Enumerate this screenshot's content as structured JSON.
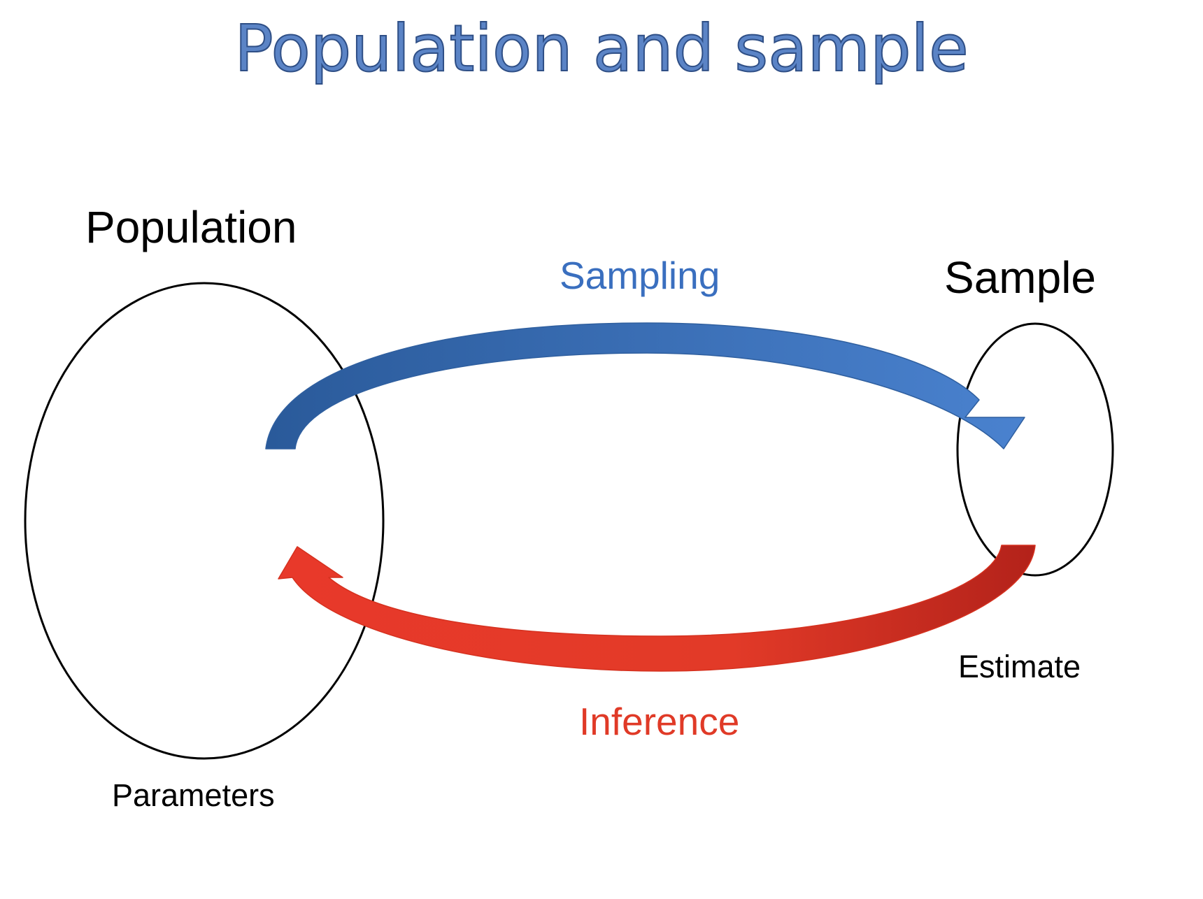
{
  "title": "Population and sample",
  "nodes": {
    "population": {
      "label": "Population",
      "sublabel": "Parameters"
    },
    "sample": {
      "label": "Sample",
      "sublabel": "Estimate"
    }
  },
  "arrows": {
    "sampling": {
      "label": "Sampling",
      "from": "population",
      "to": "sample",
      "color": "#3a6fbf"
    },
    "inference": {
      "label": "Inference",
      "from": "sample",
      "to": "population",
      "color": "#e03a27"
    }
  }
}
